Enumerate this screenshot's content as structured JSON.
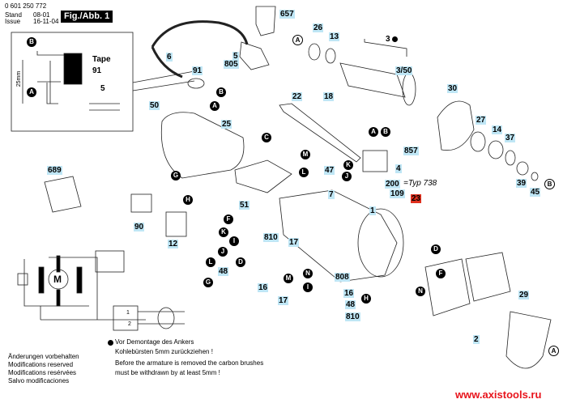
{
  "header": {
    "part_number": "0 601 250 772",
    "stand_label": "Stand",
    "issue_label": "Issue",
    "stand_value": "08-01",
    "issue_value": "16-11-04",
    "figure_label": "Fig./Abb. 1"
  },
  "inset": {
    "tape_label": "Tape",
    "part_91": "91",
    "part_5": "5",
    "dimension": "25mm",
    "marker_a": "A",
    "marker_b": "B"
  },
  "parts": {
    "p657": "657",
    "p6": "6",
    "p5": "5",
    "p805": "805",
    "p91": "91",
    "p50": "50",
    "p26": "26",
    "p13": "13",
    "p3": "3",
    "p3_50": "3/50",
    "p30": "30",
    "p27": "27",
    "p14": "14",
    "p37": "37",
    "p39": "39",
    "p45": "45",
    "p22": "22",
    "p18": "18",
    "p25": "25",
    "p857": "857",
    "p4": "4",
    "p47": "47",
    "p7": "7",
    "p200": "200",
    "p200_note": "=Typ 738",
    "p109": "109",
    "p23": "23",
    "p1": "1",
    "p51": "51",
    "p689": "689",
    "p90": "90",
    "p12": "12",
    "p810a": "810",
    "p17a": "17",
    "p48a": "48",
    "p16a": "16",
    "p808": "808",
    "p16b": "16",
    "p17b": "17",
    "p48b": "48",
    "p810b": "810",
    "p2": "2",
    "p29": "29"
  },
  "markers": {
    "A": "A",
    "B": "B",
    "C": "C",
    "D": "D",
    "F": "F",
    "G": "G",
    "H": "H",
    "I": "I",
    "J": "J",
    "K": "K",
    "L": "L",
    "M": "M",
    "N": "N"
  },
  "schematic": {
    "motor_label": "M",
    "switch_1": "1",
    "switch_2": "2"
  },
  "notes": {
    "modifications": [
      "Änderungen vorbehalten",
      "Modifications reserved",
      "Modifications resérvées",
      "Salvo modificaciones"
    ],
    "warning_de_1": "Vor Demontage des Ankers",
    "warning_de_2": "Kohlebürsten 5mm zurückziehen !",
    "warning_en_1": "Before the armature is removed the carbon brushes",
    "warning_en_2": "must be withdrawn by at least 5mm !"
  },
  "footer": {
    "website": "www.axistools.ru"
  }
}
